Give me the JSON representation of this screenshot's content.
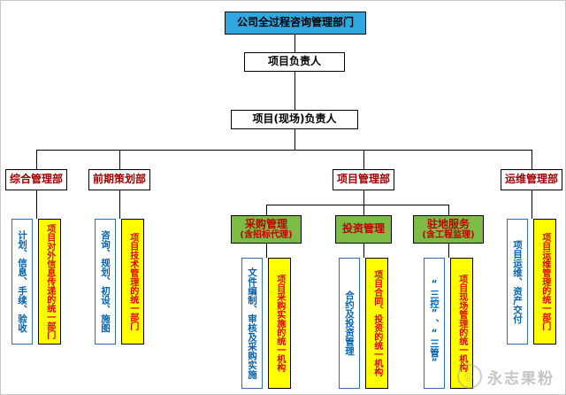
{
  "nodes": {
    "root": "公司全过程咨询管理部门",
    "project_leader": "项目负责人",
    "site_leader": "项目(现场)负责人",
    "dept_general": "综合管理部",
    "dept_planning": "前期策划部",
    "dept_project": "项目管理部",
    "dept_operations": "运维管理部",
    "sub_procurement_1": "采购管理",
    "sub_procurement_2": "(含招标代理)",
    "sub_investment": "投资管理",
    "sub_resident_1": "驻地服务",
    "sub_resident_2": "(含工程监理)"
  },
  "duties": {
    "general": "计划、信息、手续、验收",
    "planning": "咨询、规划、初设、施图",
    "procurement": "文件编制、审核及采购实施",
    "investment": "合约及投资管理",
    "resident": "“三控”、“三管”",
    "operations": "项目运维、资产交付"
  },
  "roles": {
    "general": "项目对外信息传递的统一部门",
    "planning": "项目技术管理的统一部门",
    "procurement": "项目采购实施的统一机构",
    "investment": "项目合同、投资的统一机构",
    "resident": "项目现场管理的统一机构",
    "operations": "项目运维管理的统一部门"
  },
  "colors": {
    "root_bg": "#2fa7e0",
    "green_bg": "#7cbb45",
    "yellow_bg": "#ffff00",
    "dept_text": "#a00000",
    "green_text": "#c00000",
    "yellow_text": "#e50000",
    "duty_text": "#0063b1",
    "line": "#000000"
  },
  "watermark": {
    "text": "永志果粉"
  }
}
